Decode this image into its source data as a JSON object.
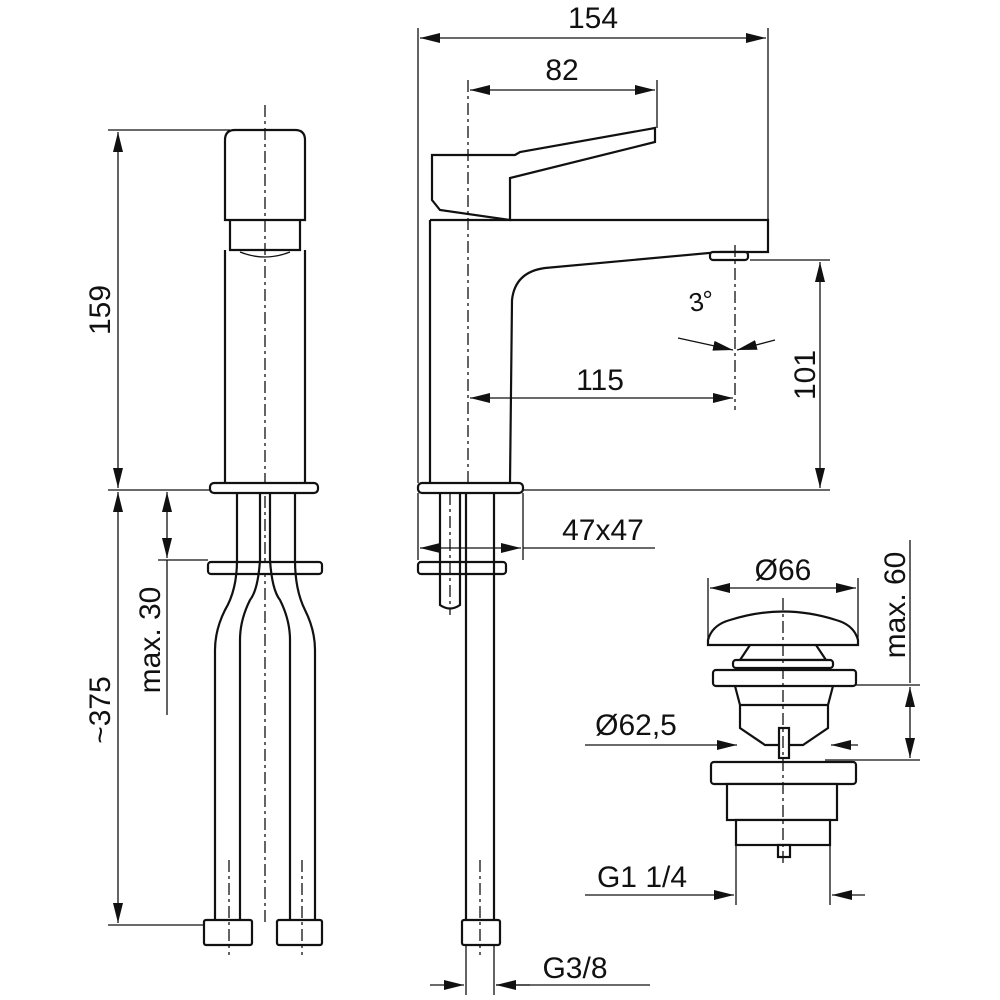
{
  "drawing": {
    "dimensions": {
      "overall_length": "154",
      "handle_length": "82",
      "spout_reach": "115",
      "spout_height": "101",
      "total_height": "159",
      "hose_length": "~375",
      "max_deck_thickness": "max. 30",
      "base_size": "47x47",
      "spout_angle": "3°",
      "hose_thread": "G3/8",
      "waste_cap_diameter": "Ø66",
      "waste_max_height": "max. 60",
      "waste_flange_diameter": "Ø62,5",
      "waste_thread": "G1 1/4"
    },
    "colors": {
      "line": "#111111",
      "background": "#ffffff"
    }
  }
}
